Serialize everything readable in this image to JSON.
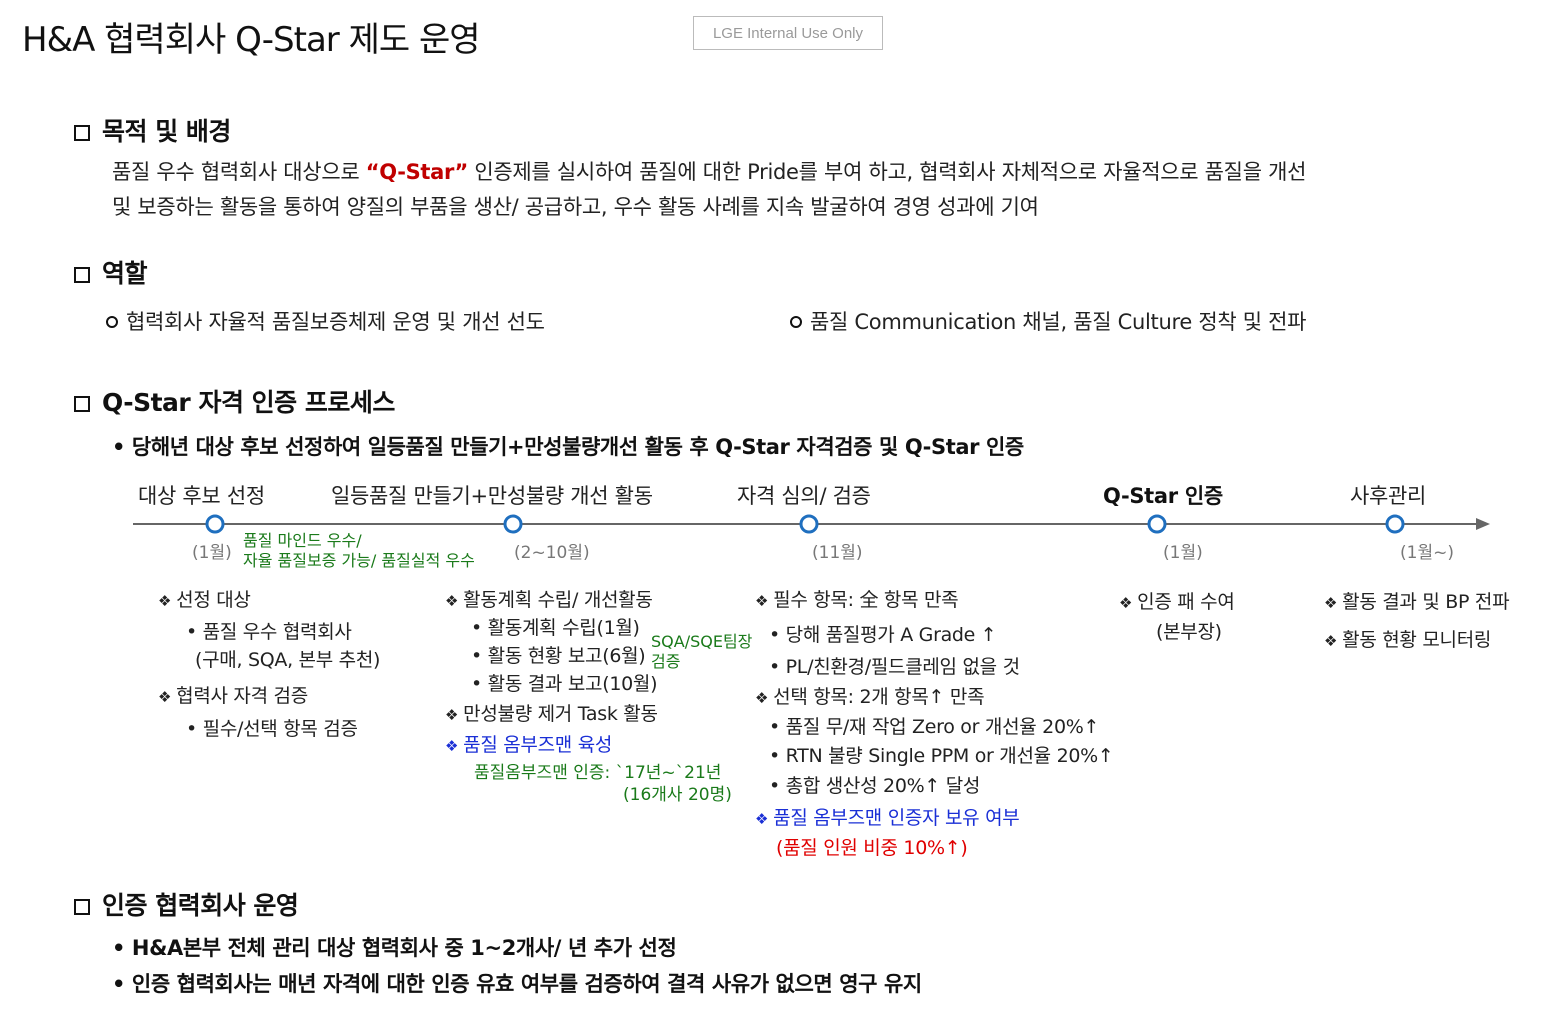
{
  "header": {
    "title": "H&A 협력회사 Q-Star 제도 운영",
    "internal_label": "LGE Internal Use Only"
  },
  "purpose": {
    "heading": "목적 및 배경",
    "line1_pre": "품질 우수 협력회사 대상으로 ",
    "line1_highlight": "“Q-Star”",
    "line1_post": " 인증제를 실시하여 품질에 대한 Pride를 부여 하고, 협력회사 자체적으로 자율적으로 품질을 개선",
    "line2": "및 보증하는 활동을 통하여 양질의 부품을 생산/ 공급하고, 우수 활동 사례를 지속 발굴하여 경영 성과에 기여"
  },
  "role": {
    "heading": "역할",
    "items": [
      "협력회사 자율적 품질보증체제 운영 및 개선 선도",
      "품질 Communication 채널, 품질 Culture 정착 및 전파"
    ]
  },
  "process": {
    "heading": "Q-Star 자격 인증 프로세스",
    "summary": "• 당해년 대상 후보 선정하여 일등품질 만들기+만성불량개선 활동 후 Q-Star 자격검증 및 Q-Star 인증",
    "stages": [
      {
        "label": "대상 후보 선정",
        "month": "(1월)"
      },
      {
        "label": "일등품질 만들기+만성불량 개선 활동",
        "month": "(2~10월)"
      },
      {
        "label": "자격 심의/ 검증",
        "month": "(11월)"
      },
      {
        "label": "Q-Star 인증",
        "month": "(1월)"
      },
      {
        "label": "사후관리",
        "month": "(1월~)"
      }
    ],
    "stage1_note": [
      "품질 마인드 우수/",
      "자율 품질보증 가능/ 품질실적 우수"
    ],
    "col1": {
      "h1": "선정 대상",
      "b1": "• 품질 우수 협력회사",
      "b1b": "(구매, SQA, 본부 추천)",
      "h2": "협력사 자격 검증",
      "b2": "• 필수/선택 항목 검증"
    },
    "col2": {
      "h1": "활동계획 수립/ 개선활동",
      "b1": "• 활동계획 수립(1월)",
      "b2": "• 활동 현황 보고(6월)",
      "b3": "• 활동 결과 보고(10월)",
      "side_note": [
        "SQA/SQE팀장",
        "검증"
      ],
      "h2": "만성불량 제거 Task 활동",
      "h3": "품질 옴부즈맨 육성",
      "n1": "품질옴부즈맨 인증: `17년~`21년",
      "n2": "(16개사 20명)"
    },
    "col3": {
      "h1": "필수 항목: 全 항목 만족",
      "b1": "• 당해 품질평가 A Grade ↑",
      "b2": "• PL/친환경/필드클레임 없을 것",
      "h2": "선택 항목: 2개 항목↑ 만족",
      "b3": "• 품질 무/재 작업 Zero or 개선율 20%↑",
      "b4": "• RTN 불량 Single PPM or 개선율 20%↑",
      "b5": "• 총합 생산성 20%↑ 달성",
      "h3": "품질 옴부즈맨 인증자 보유 여부",
      "n1": "(품질 인원 비중 10%↑)"
    },
    "col4": {
      "h1": "인증 패 수여",
      "b1": "(본부장)"
    },
    "col5": {
      "h1": "활동 결과 및 BP 전파",
      "h2": "활동 현황 모니터링"
    }
  },
  "operation": {
    "heading": "인증 협력회사 운영",
    "items": [
      "• H&A본부 전체 관리 대상 협력회사 중 1~2개사/ 년 추가 선정",
      "• 인증 협력회사는 매년 자격에 대한 인증 유효 여부를 검증하여 결격 사유가 없으면 영구 유지"
    ]
  },
  "colors": {
    "accent_blue": "#1f6fbf",
    "note_green": "#1a7a1a",
    "highlight_red": "#c00000",
    "ombudsman_blue": "#1a2fd6"
  },
  "icons": {
    "checkbox": "square-bullet-icon",
    "circle": "circle-bullet-icon",
    "diamond": "diamond-bullet-icon"
  }
}
